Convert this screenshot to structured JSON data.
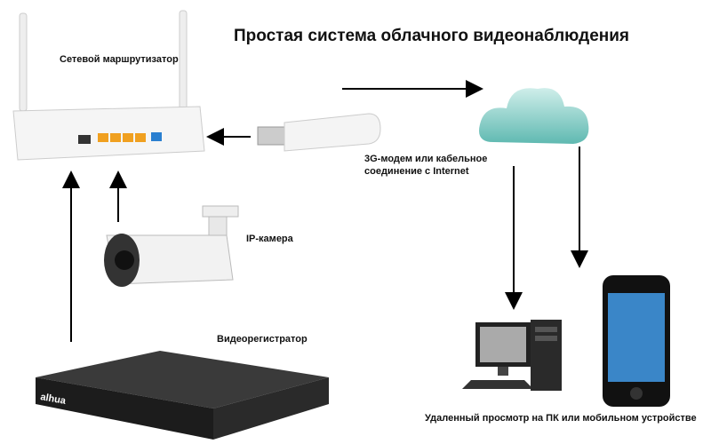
{
  "title": "Простая система облачного видеонаблюдения",
  "labels": {
    "router": "Сетевой маршрутизатор",
    "modem_line1": "3G-модем или кабельное",
    "modem_line2": "соединение с Internet",
    "camera": "IP-камера",
    "dvr": "Видеорегистратор",
    "remote": "Удаленный просмотр на ПК или мобильном устройстве"
  },
  "dvr_brand": "alhua",
  "colors": {
    "cloud": "#8ed3cd",
    "router_ports": "#f0a020",
    "wan_port": "#2a7fd0"
  }
}
